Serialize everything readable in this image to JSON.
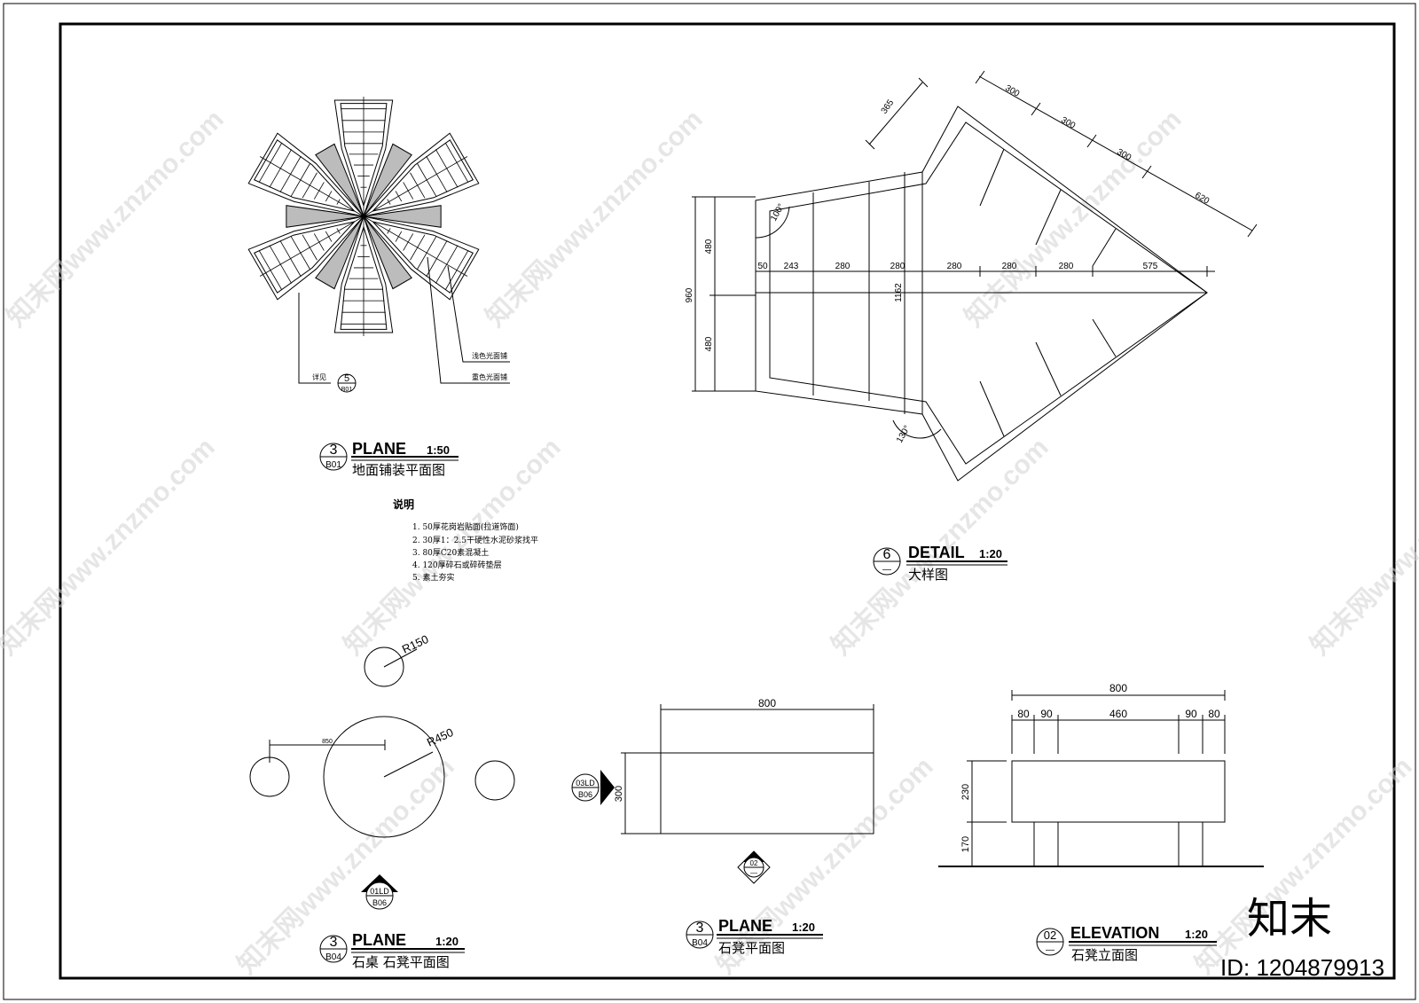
{
  "watermark": {
    "text": "知末网www.znzmo.com",
    "logo": "知末",
    "id": "ID: 1204879913"
  },
  "paving_plan": {
    "callout": {
      "num": "3",
      "sheet": "B01"
    },
    "title": "PLANE",
    "scale": "1:50",
    "subtitle": "地面铺装平面图",
    "leaders": [
      "浅色光面铺",
      "重色光面铺"
    ],
    "detail_ref": {
      "label": "详见",
      "num": "5",
      "sheet": "B01"
    }
  },
  "notes": {
    "heading": "说明",
    "items": [
      "1. 50厚花岗岩贴面(拉道饰面)",
      "2. 30厚1：2.5干硬性水泥砂浆找平",
      "3. 80厚C20素混凝土",
      "4. 120厚碎石或碎砖垫层",
      "5. 素土夯实"
    ]
  },
  "detail": {
    "callout": {
      "num": "6",
      "sheet": "—"
    },
    "title": "DETAIL",
    "scale": "1:20",
    "subtitle": "大样图",
    "dims_bottom": [
      "50",
      "243",
      "280",
      "280",
      "280",
      "280",
      "280",
      "575"
    ],
    "dims_left": [
      "960",
      "480",
      "480"
    ],
    "dim_inner": "1162",
    "dims_top": [
      "300",
      "300",
      "300",
      "620"
    ],
    "dim_top_left": "365",
    "angle_top": "100°",
    "angle_bottom": "130°"
  },
  "table_plan": {
    "callout": {
      "num": "3",
      "sheet": "B04"
    },
    "title": "PLANE",
    "scale": "1:20",
    "subtitle": "石桌 石凳平面图",
    "r_stool": "R150",
    "r_table": "R450",
    "dim_offset": "850",
    "section_mark": {
      "top": "01LD",
      "bottom": "B06"
    }
  },
  "bench_plan": {
    "callout": {
      "num": "3",
      "sheet": "B04"
    },
    "title": "PLANE",
    "scale": "1:20",
    "subtitle": "石凳平面图",
    "width": "800",
    "depth": "300",
    "section_mark": {
      "top": "03LD",
      "bottom": "B06"
    },
    "elev_mark": {
      "top": "02",
      "bottom": "—"
    }
  },
  "bench_elev": {
    "callout": {
      "num": "02",
      "sheet": "—"
    },
    "title": "ELEVATION",
    "scale": "1:20",
    "subtitle": "石凳立面图",
    "width": "800",
    "segments": [
      "80",
      "90",
      "460",
      "90",
      "80"
    ],
    "h_top": "230",
    "h_bottom": "170"
  }
}
